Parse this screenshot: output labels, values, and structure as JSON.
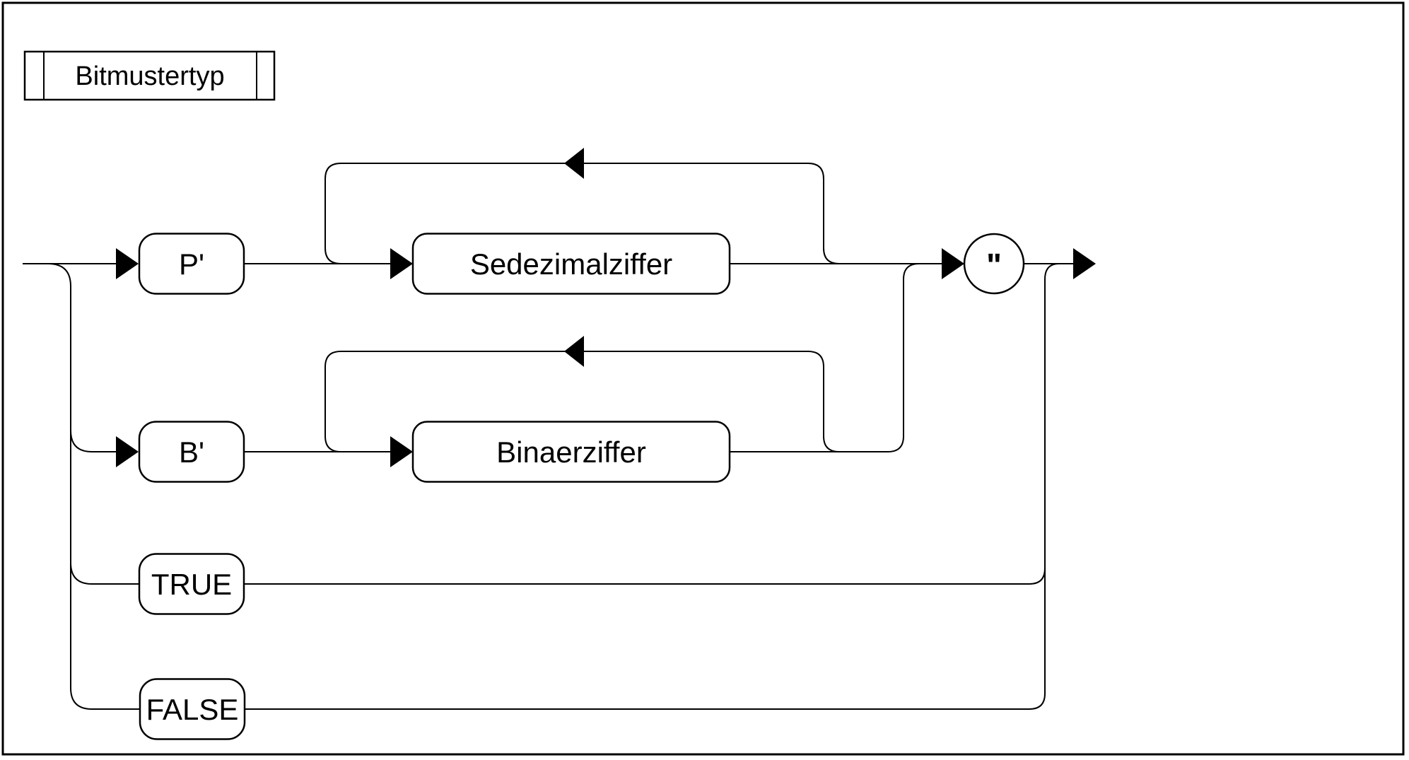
{
  "page": {
    "background": "#ffffff",
    "ink": "#000000"
  },
  "diagram": {
    "kind": "railroad-syntax-diagram",
    "title": "Bitmustertyp",
    "nodes": {
      "p": {
        "label": "P'"
      },
      "sedezimalziffer": {
        "label": "Sedezimalziffer"
      },
      "b": {
        "label": "B'"
      },
      "binaerziffer": {
        "label": "Binaerziffer"
      },
      "true": {
        "label": "TRUE"
      },
      "false": {
        "label": "FALSE"
      },
      "quote": {
        "label": "\""
      }
    }
  }
}
